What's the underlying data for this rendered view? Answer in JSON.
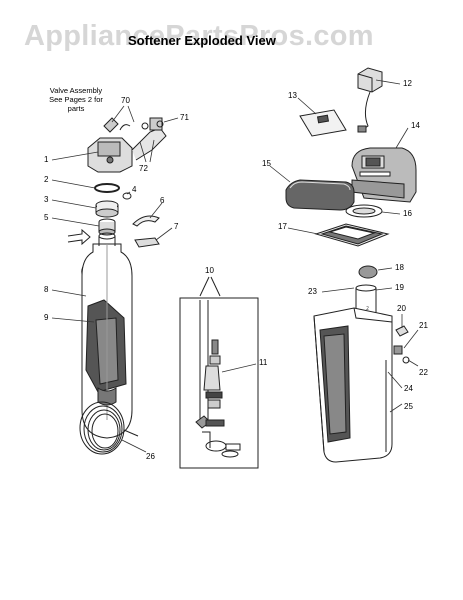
{
  "watermark": "AppliancePartsPros.com",
  "title": "Softener Exploded View",
  "note": {
    "line1": "Valve Assembly",
    "line2": "See Pages 2  for",
    "line3": "parts"
  },
  "callouts": [
    "70",
    "71",
    "72",
    "1",
    "2",
    "4",
    "3",
    "5",
    "6",
    "7",
    "8",
    "9",
    "26",
    "10",
    "11",
    "12",
    "13",
    "14",
    "15",
    "16",
    "17",
    "18",
    "19",
    "23",
    "20",
    "21",
    "22",
    "24",
    "25"
  ],
  "colors": {
    "line": "#222222",
    "fill_dark": "#555555",
    "fill_light": "#e9e9e9",
    "watermark": "#d6d6d6"
  }
}
